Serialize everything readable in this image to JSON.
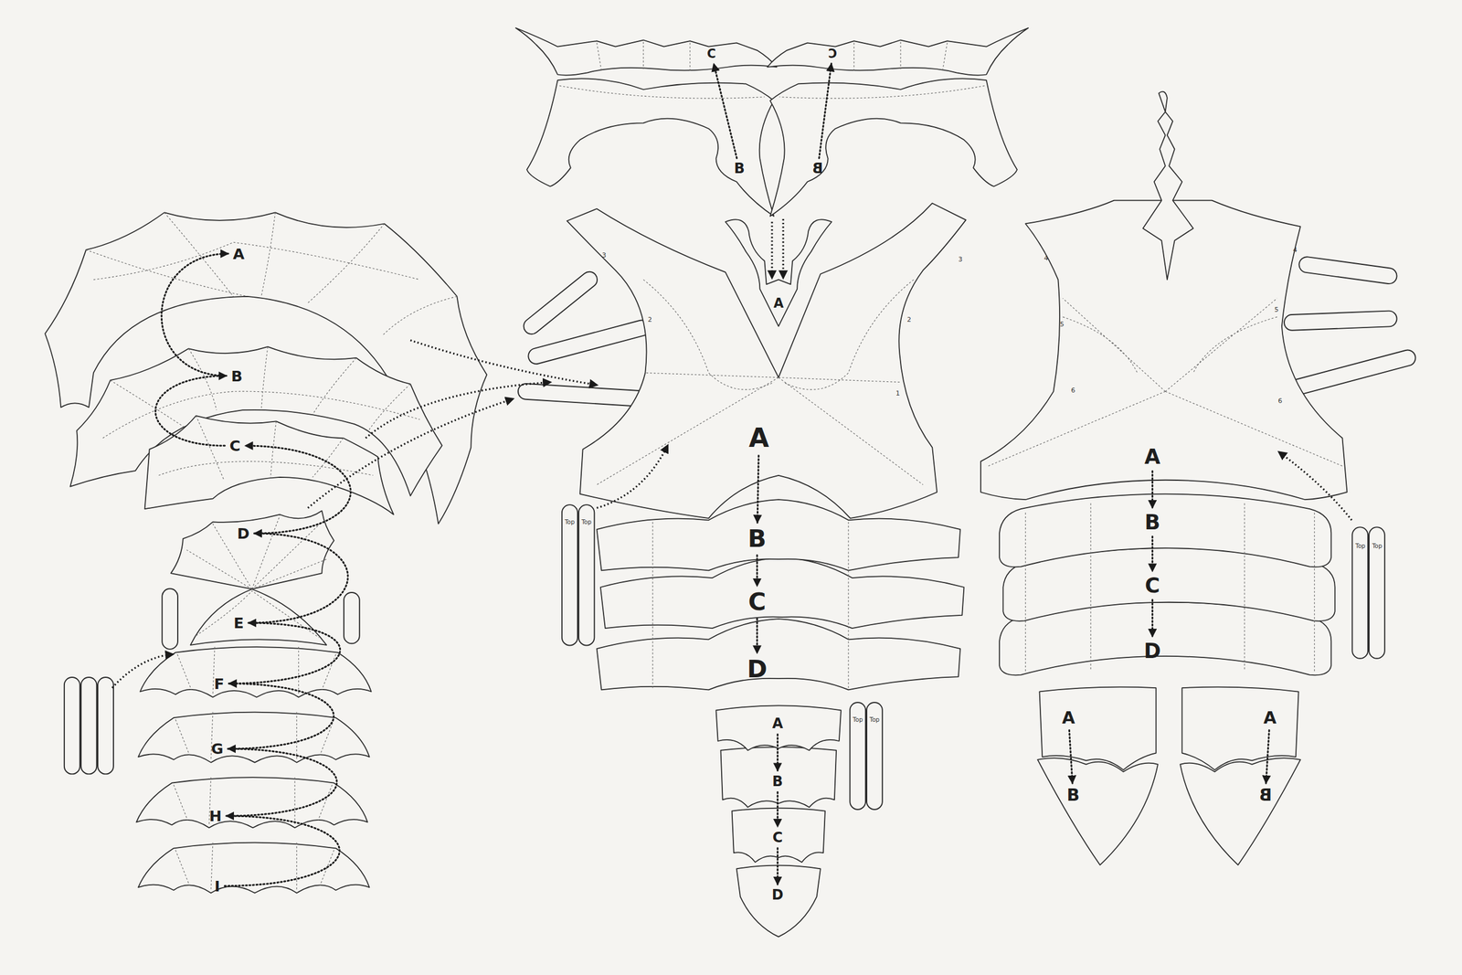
{
  "diagram": {
    "nodes": [
      {
        "text": [
          "A"
        ]
      },
      {
        "text": [
          "B"
        ]
      },
      {
        "text": [
          "C"
        ]
      },
      {
        "text": [
          "D"
        ]
      },
      {
        "text": [
          "E"
        ]
      },
      {
        "text": [
          "F"
        ]
      },
      {
        "text": [
          "G"
        ]
      },
      {
        "text": [
          "H"
        ]
      },
      {
        "text": [
          "I"
        ]
      },
      {
        "text": [
          "C"
        ]
      },
      {
        "text": [
          "C"
        ]
      },
      {
        "text": [
          "B"
        ]
      },
      {
        "text": [
          "B"
        ]
      },
      {
        "text": [
          "A"
        ]
      },
      {
        "text": [
          "A"
        ]
      },
      {
        "text": [
          "B"
        ]
      },
      {
        "text": [
          "C"
        ]
      },
      {
        "text": [
          "D"
        ]
      },
      {
        "text": [
          "A"
        ]
      },
      {
        "text": [
          "B"
        ]
      },
      {
        "text": [
          "C"
        ]
      },
      {
        "text": [
          "D"
        ]
      },
      {
        "text": [
          "A"
        ]
      },
      {
        "text": [
          "B"
        ]
      },
      {
        "text": [
          "C"
        ]
      },
      {
        "text": [
          "D"
        ]
      },
      {
        "text": [
          "A"
        ]
      },
      {
        "text": [
          "B"
        ]
      },
      {
        "text": [
          "A"
        ]
      },
      {
        "text": [
          "B"
        ]
      }
    ],
    "edges": [
      {
        "from": 1,
        "to": 0,
        "arrow": "to"
      },
      {
        "from": 2,
        "to": 1,
        "arrow": "to"
      },
      {
        "from": 3,
        "to": 2,
        "arrow": "to"
      },
      {
        "from": 4,
        "to": 3,
        "arrow": "to"
      },
      {
        "from": 5,
        "to": 4,
        "arrow": "to"
      },
      {
        "from": 6,
        "to": 5,
        "arrow": "to"
      },
      {
        "from": 7,
        "to": 6,
        "arrow": "to"
      },
      {
        "from": 8,
        "to": 7,
        "arrow": "to"
      },
      {
        "from": 11,
        "to": 9,
        "arrow": "to"
      },
      {
        "from": 12,
        "to": 10,
        "arrow": "to"
      },
      {
        "from": 14,
        "to": 15,
        "arrow": "to"
      },
      {
        "from": 15,
        "to": 16,
        "arrow": "to"
      },
      {
        "from": 16,
        "to": 17,
        "arrow": "to"
      },
      {
        "from": 18,
        "to": 19,
        "arrow": "to"
      },
      {
        "from": 19,
        "to": 20,
        "arrow": "to"
      },
      {
        "from": 20,
        "to": 21,
        "arrow": "to"
      },
      {
        "from": 22,
        "to": 23,
        "arrow": "to"
      },
      {
        "from": 23,
        "to": 24,
        "arrow": "to"
      },
      {
        "from": 24,
        "to": 25,
        "arrow": "to"
      },
      {
        "from": 26,
        "to": 27,
        "arrow": "to"
      },
      {
        "from": 28,
        "to": 29,
        "arrow": "to"
      }
    ],
    "labels": [
      "3",
      "2",
      "3",
      "2",
      "1",
      "4",
      "5",
      "6",
      "4",
      "5",
      "6",
      "Top",
      "Top",
      "Top",
      "Top",
      "Top",
      "Top"
    ]
  }
}
